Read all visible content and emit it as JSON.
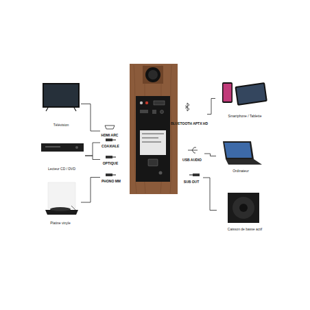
{
  "diagram": {
    "nodes": [
      {
        "text": [
          "Télévision"
        ]
      },
      {
        "text": [
          "HDMI ARC"
        ]
      },
      {
        "text": [
          "Lecteur CD / DVD"
        ]
      },
      {
        "text": [
          "COAXIALE"
        ]
      },
      {
        "text": [
          "OPTIQUE"
        ]
      },
      {
        "text": [
          "Platine vinyle"
        ]
      },
      {
        "text": [
          "PHONO MM"
        ]
      },
      {
        "text": [
          "BLUETOOTH APTX HD"
        ]
      },
      {
        "text": [
          "Smartphone / Tablette"
        ]
      },
      {
        "text": [
          "USB AUDIO"
        ]
      },
      {
        "text": [
          "Ordinateur"
        ]
      },
      {
        "text": [
          "SUB OUT"
        ]
      },
      {
        "text": [
          "Caisson de basse actif"
        ]
      }
    ],
    "edges": [
      {
        "from": 0,
        "to": 1,
        "arrow": "none"
      },
      {
        "from": 2,
        "to": 3,
        "arrow": "none"
      },
      {
        "from": 2,
        "to": 4,
        "arrow": "none"
      },
      {
        "from": 5,
        "to": 6,
        "arrow": "none"
      },
      {
        "from": 8,
        "to": 7,
        "arrow": "none"
      },
      {
        "from": 10,
        "to": 9,
        "arrow": "none"
      },
      {
        "from": 12,
        "to": 11,
        "arrow": "none"
      }
    ]
  }
}
